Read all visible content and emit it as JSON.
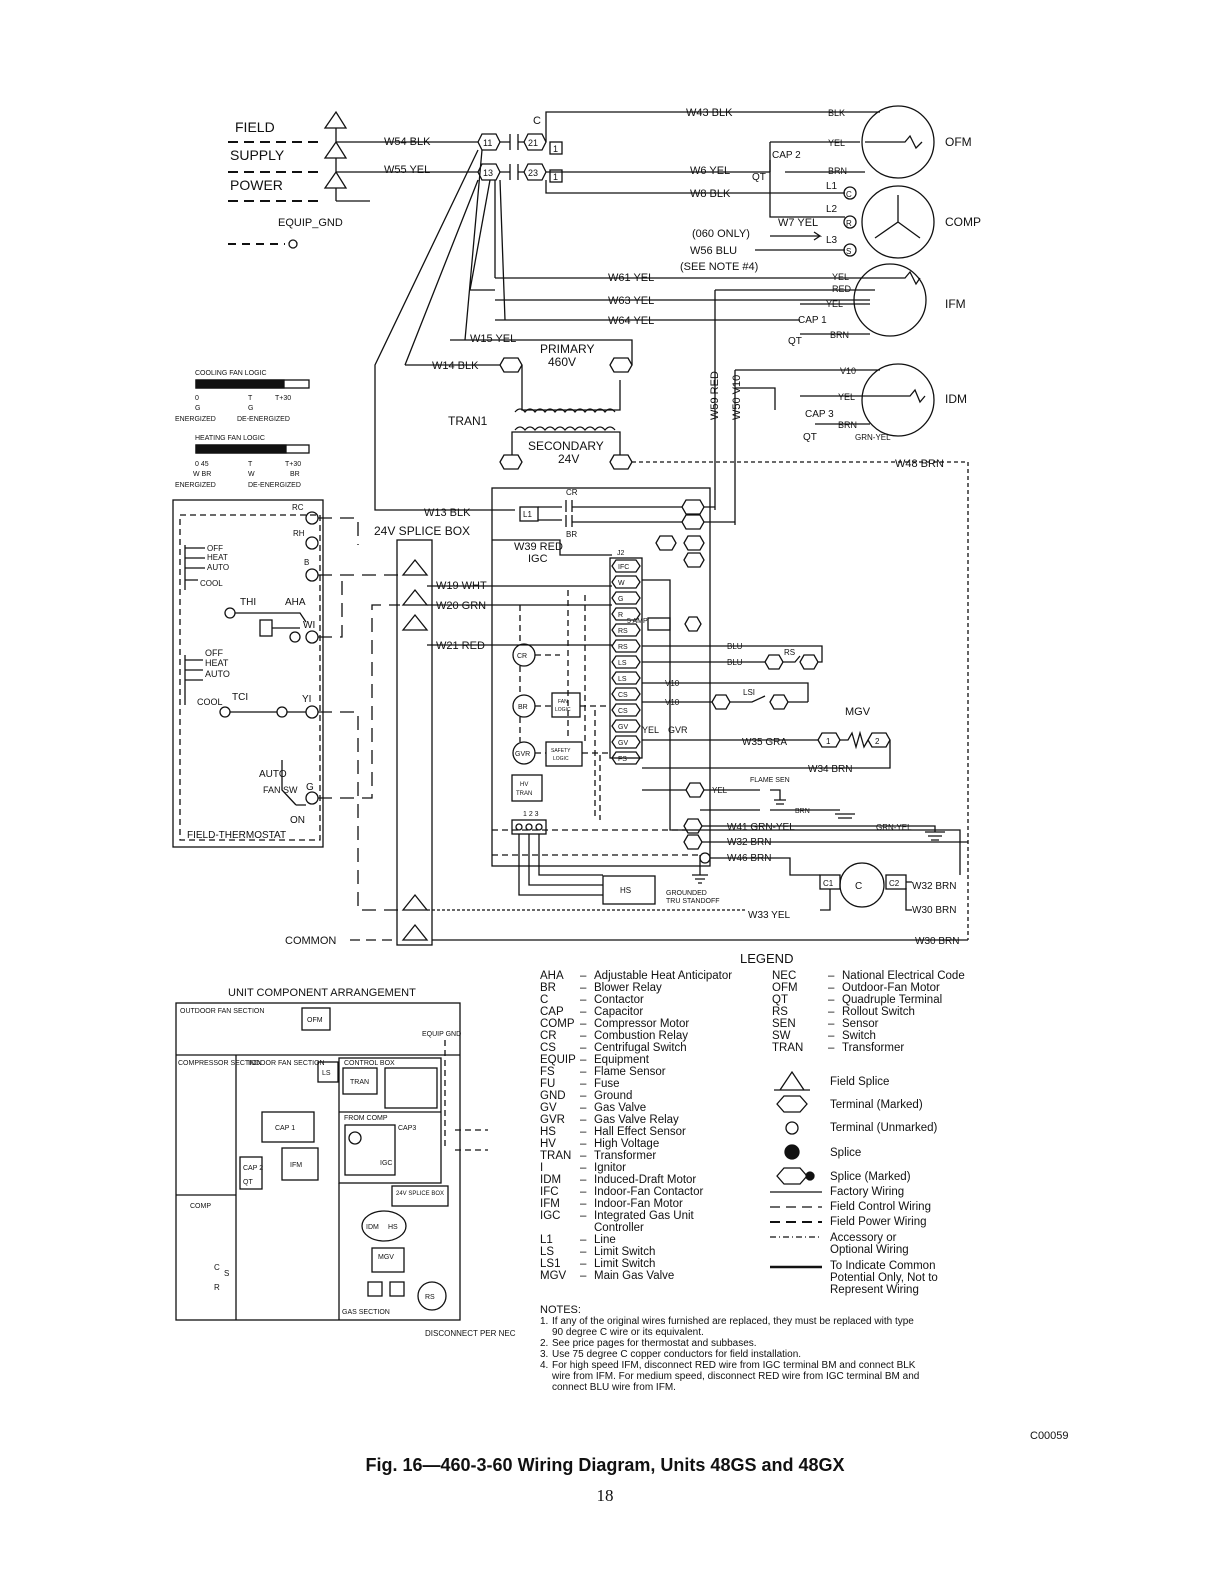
{
  "field_power": {
    "field": "FIELD",
    "supply": "SUPPLY",
    "power": "POWER",
    "equip_gnd": "EQUIP_GND"
  },
  "wires": {
    "w54": "W54 BLK",
    "w55": "W55 YEL",
    "w43": "W43 BLK",
    "w6": "W6 YEL",
    "w8": "W8 BLK",
    "w7": "W7 YEL",
    "w56": "W56 BLU",
    "only060": "(060 ONLY)",
    "note4": "(SEE NOTE #4)",
    "w61": "W61 YEL",
    "w63": "W63 YEL",
    "w64": "W64 YEL",
    "w15": "W15 YEL",
    "w14": "W14 BLK",
    "w59": "W59 RED",
    "w50": "W50 V10",
    "w48": "W48 BRN",
    "w13": "W13 BLK",
    "w39": "W39 RED",
    "w19": "W19 WHT",
    "w20": "W20 GRN",
    "w21": "W21 RED",
    "w35": "W35 GRA",
    "w34": "W34 BRN",
    "w41": "W41 GRN-YEL",
    "w32": "W32 BRN",
    "w46": "W46 BRN",
    "w33": "W33 YEL",
    "w30": "W30 BRN",
    "blk": "BLK",
    "yel": "YEL",
    "brn": "BRN",
    "red": "RED",
    "blu": "BLU",
    "v10": "V10",
    "grnyel": "GRN-YEL",
    "grayel": "GRN-YEL"
  },
  "components": {
    "c": "C",
    "cap2": "CAP 2",
    "qt": "QT",
    "l1": "L1",
    "l2": "L2",
    "l3": "L3",
    "ofm": "OFM",
    "comp": "COMP",
    "ifm": "IFM",
    "idm": "IDM",
    "cap1": "CAP 1",
    "cap3": "CAP 3",
    "primary": "PRIMARY",
    "v460": "460V",
    "tran1": "TRAN1",
    "secondary": "SECONDARY",
    "v24": "24V",
    "cr": "CR",
    "br": "BR",
    "igc": "IGC",
    "splice_box": "24V SPLICE BOX",
    "samp": "5 AMP",
    "rs": "RS",
    "lsi": "LSI",
    "mgv": "MGV",
    "gvr": "GVR",
    "flame_sen": "FLAME SEN",
    "hs": "HS",
    "grounded": "GROUNDED",
    "tru_standoff": "TRU STANDOFF",
    "common": "COMMON",
    "fan_logic": "FAN LOGIC",
    "safety_logic": "SAFETY LOGIC",
    "hv_tran": "HV TRAN",
    "j2": "J2"
  },
  "igc_terminals": [
    "IFC",
    "W",
    "G",
    "R",
    "RS",
    "RS",
    "LS",
    "LS",
    "CS",
    "CS",
    "GV",
    "GV",
    "FS"
  ],
  "thermostat": {
    "cooling_fan_logic": "COOLING FAN LOGIC",
    "heating_fan_logic": "HEATING FAN LOGIC",
    "energized": "ENERGIZED",
    "de_energized": "DE-ENERGIZED",
    "rc": "RC",
    "rh": "RH",
    "b": "B",
    "wi": "WI",
    "yi": "YI",
    "g": "G",
    "off": "OFF",
    "heat": "HEAT",
    "auto": "AUTO",
    "cool": "COOL",
    "thi": "THI",
    "aha": "AHA",
    "tci": "TCI",
    "fan_sw": "FAN SW",
    "on": "ON",
    "field_thermostat": "FIELD-THERMOSTAT"
  },
  "arrangement": {
    "title": "UNIT COMPONENT ARRANGEMENT",
    "outdoor_fan_section": "OUTDOOR FAN SECTION",
    "ofm": "OFM",
    "equip_gnd": "EQUIP GND",
    "compressor_section": "COMPRESSOR SECTION",
    "indoor_fan_section": "INDOOR FAN SECTION",
    "control_box": "CONTROL BOX",
    "ls": "LS",
    "tran": "TRAN",
    "from_comp": "FROM COMP",
    "cap1": "CAP 1",
    "cap2": "CAP 2",
    "qt": "QT",
    "ifm": "IFM",
    "cap3": "CAP3",
    "igc": "IGC",
    "comp": "COMP",
    "splice_box": "24V SPLICE BOX",
    "idm": "IDM",
    "hs": "HS",
    "mgv": "MGV",
    "rs": "RS",
    "gas_section": "GAS SECTION",
    "disconnect": "DISCONNECT PER NEC"
  },
  "legend_title": "LEGEND",
  "legend_left": [
    {
      "ab": "AHA",
      "ds": "Adjustable Heat Anticipator"
    },
    {
      "ab": "BR",
      "ds": "Blower Relay"
    },
    {
      "ab": "C",
      "ds": "Contactor"
    },
    {
      "ab": "CAP",
      "ds": "Capacitor"
    },
    {
      "ab": "COMP",
      "ds": "Compressor Motor"
    },
    {
      "ab": "CR",
      "ds": "Combustion Relay"
    },
    {
      "ab": "CS",
      "ds": "Centrifugal Switch"
    },
    {
      "ab": "EQUIP",
      "ds": "Equipment"
    },
    {
      "ab": "FS",
      "ds": "Flame Sensor"
    },
    {
      "ab": "FU",
      "ds": "Fuse"
    },
    {
      "ab": "GND",
      "ds": "Ground"
    },
    {
      "ab": "GV",
      "ds": "Gas Valve"
    },
    {
      "ab": "GVR",
      "ds": "Gas Valve Relay"
    },
    {
      "ab": "HS",
      "ds": "Hall Effect Sensor"
    },
    {
      "ab": "HV",
      "ds": "High Voltage"
    },
    {
      "ab": "TRAN",
      "ds": "Transformer"
    },
    {
      "ab": "I",
      "ds": "Ignitor"
    },
    {
      "ab": "IDM",
      "ds": "Induced-Draft Motor"
    },
    {
      "ab": "IFC",
      "ds": "Indoor-Fan Contactor"
    },
    {
      "ab": "IFM",
      "ds": "Indoor-Fan Motor"
    },
    {
      "ab": "IGC",
      "ds": "Integrated Gas Unit Controller"
    },
    {
      "ab": "L1",
      "ds": "Line"
    },
    {
      "ab": "LS",
      "ds": "Limit Switch"
    },
    {
      "ab": "LS1",
      "ds": "Limit Switch"
    },
    {
      "ab": "MGV",
      "ds": "Main Gas Valve"
    }
  ],
  "legend_right": [
    {
      "ab": "NEC",
      "ds": "National Electrical Code"
    },
    {
      "ab": "OFM",
      "ds": "Outdoor-Fan Motor"
    },
    {
      "ab": "QT",
      "ds": "Quadruple Terminal"
    },
    {
      "ab": "RS",
      "ds": "Rollout Switch"
    },
    {
      "ab": "SEN",
      "ds": "Sensor"
    },
    {
      "ab": "SW",
      "ds": "Switch"
    },
    {
      "ab": "TRAN",
      "ds": "Transformer"
    }
  ],
  "legend_symbols": {
    "field_splice": "Field Splice",
    "terminal_marked": "Terminal (Marked)",
    "terminal_unmarked": "Terminal (Unmarked)",
    "splice": "Splice",
    "splice_marked": "Splice (Marked)",
    "factory_wiring": "Factory Wiring",
    "field_control_wiring": "Field Control Wiring",
    "field_power_wiring": "Field Power Wiring",
    "accessory": "Accessory or Optional Wiring",
    "common_potential": "To Indicate Common Potential Only, Not to Represent Wiring"
  },
  "notes_title": "NOTES:",
  "notes": [
    "If any of the original wires furnished are replaced, they must be replaced with type 90 degree C wire or its equivalent.",
    "See price pages for thermostat and subbases.",
    "Use 75 degree C copper conductors for field installation.",
    "For high speed IFM, disconnect RED wire from IGC terminal BM and connect BLK wire from IFM. For medium speed, disconnect RED wire from IGC terminal BM and connect BLU wire from IFM."
  ],
  "code": "C00059",
  "caption": "Fig. 16—460-3-60 Wiring Diagram, Units 48GS and 48GX",
  "page_number": "18"
}
